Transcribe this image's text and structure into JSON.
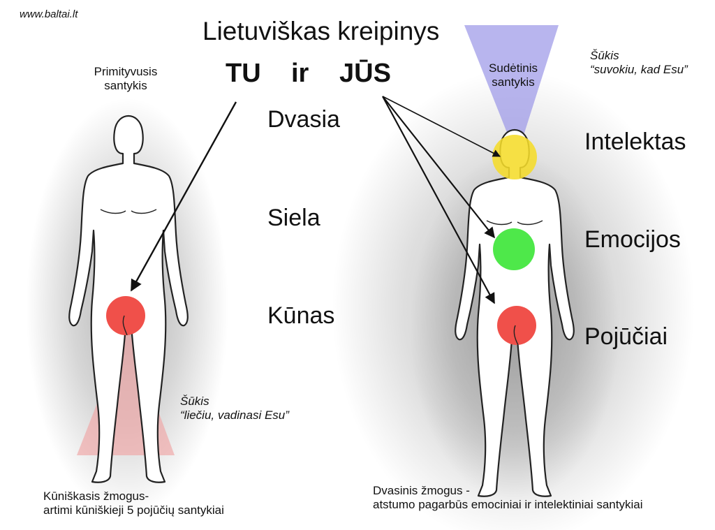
{
  "site_url": "www.baltai.lt",
  "title": "Lietuviškas kreipinys",
  "pronouns": {
    "tu": "TU",
    "ir": "ir",
    "jus": "JŪS"
  },
  "left_figure": {
    "relation_label_line1": "Primityvusis",
    "relation_label_line2": "santykis",
    "shift_word": "Šūkis",
    "shift_quote": "“liečiu, vadinasi Esu”",
    "caption_line1": "Kūniškasis žmogus-",
    "caption_line2": "artimi kūniškieji 5 pojūčių santykiai"
  },
  "center_levels": [
    "Dvasia",
    "Siela",
    "Kūnas"
  ],
  "right_figure": {
    "relation_label_line1": "Sudėtinis",
    "relation_label_line2": "santykis",
    "shift_word": "Šūkis",
    "shift_quote": "“suvokiu, kad Esu”",
    "levels": [
      "Intelektas",
      "Emocijos",
      "Pojūčiai"
    ],
    "caption_line1": "Dvasinis žmogus -",
    "caption_line2": "atstumo pagarbūs emociniai ir intelektiniai santykiai"
  },
  "colors": {
    "body_center": "#f0504a",
    "emotion_center": "#4ee84a",
    "intellect_center": "#f5dc2a",
    "light_cone": "#9c98e8",
    "ground_cone": "#f0a4a4"
  }
}
